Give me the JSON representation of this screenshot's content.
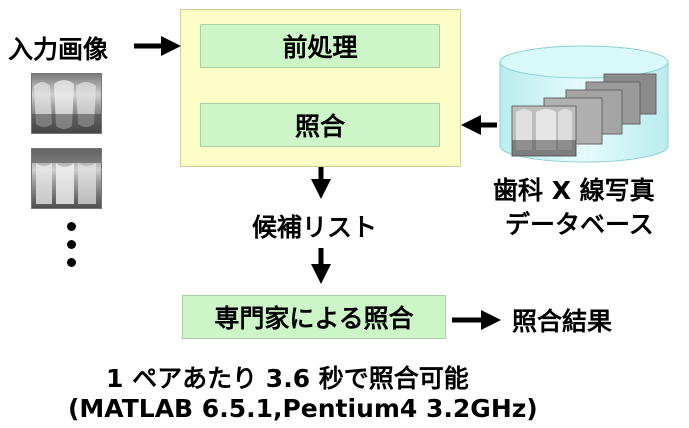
{
  "input_label": "入力画像",
  "steps": {
    "preprocess": "前処理",
    "matching": "照合",
    "expert": "専門家による照合"
  },
  "database": {
    "label_line1": "歯科 X 線写真",
    "label_line2": "データベース"
  },
  "candidate_list": "候補リスト",
  "result": "照合結果",
  "footer": {
    "line1": "1 ペアあたり 3.6 秒で照合可能",
    "line2": "(MATLAB 6.5.1,Pentium4 3.2GHz)"
  },
  "colors": {
    "outer_box": "#fdfdc7",
    "step_box": "#ccf5c8",
    "database": "#d3f6f7",
    "arrow": "#000000"
  }
}
